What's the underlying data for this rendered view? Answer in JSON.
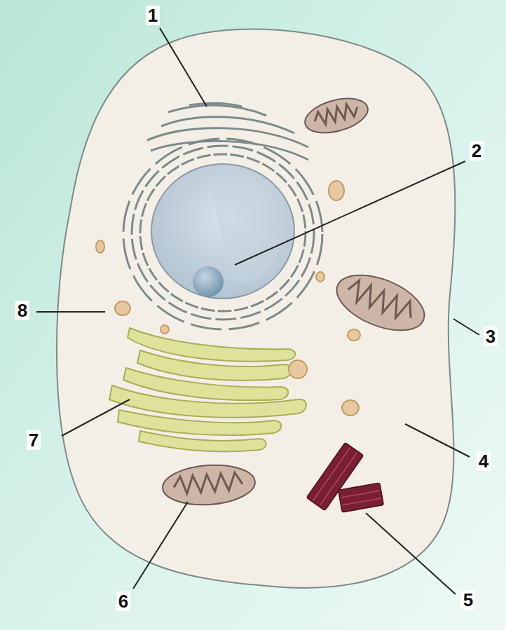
{
  "diagram": {
    "labels": [
      "1",
      "2",
      "8",
      "3",
      "7",
      "4",
      "6",
      "5"
    ]
  }
}
